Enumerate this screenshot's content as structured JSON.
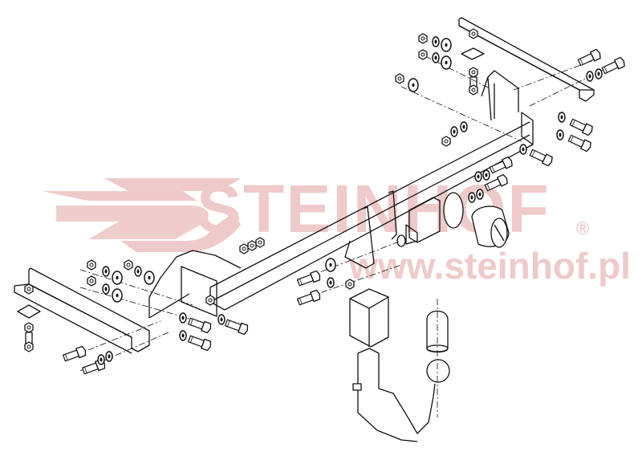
{
  "diagram": {
    "type": "exploded-parts-view",
    "subject": "detachable tow bar (towing hitch) assembly",
    "watermark": {
      "brand": "STEINHOF",
      "registered_mark": "®",
      "url": "www.steinhof.pl",
      "color": "#efcaca"
    },
    "line_color": "#111111",
    "parts": [
      {
        "id": "right-side-bracket",
        "label": "Right angle mounting bracket"
      },
      {
        "id": "left-side-bracket",
        "label": "Left angle mounting bracket"
      },
      {
        "id": "main-crossbar",
        "label": "Main cross beam (square tube)"
      },
      {
        "id": "right-mount-plate",
        "label": "Right U-frame mount plate"
      },
      {
        "id": "left-mount-plate",
        "label": "Left mount plate"
      },
      {
        "id": "socket-bracket",
        "label": "Electrical socket bracket"
      },
      {
        "id": "electrical-socket",
        "label": "Electrical socket with cover"
      },
      {
        "id": "receiver-block",
        "label": "Tow ball receiver block"
      },
      {
        "id": "tow-ball-arm",
        "label": "Detachable tow ball neck"
      },
      {
        "id": "ball-cap",
        "label": "Tow ball protective cap"
      },
      {
        "id": "fasteners",
        "label": "Bolts, nuts, washers, square plates"
      }
    ]
  }
}
